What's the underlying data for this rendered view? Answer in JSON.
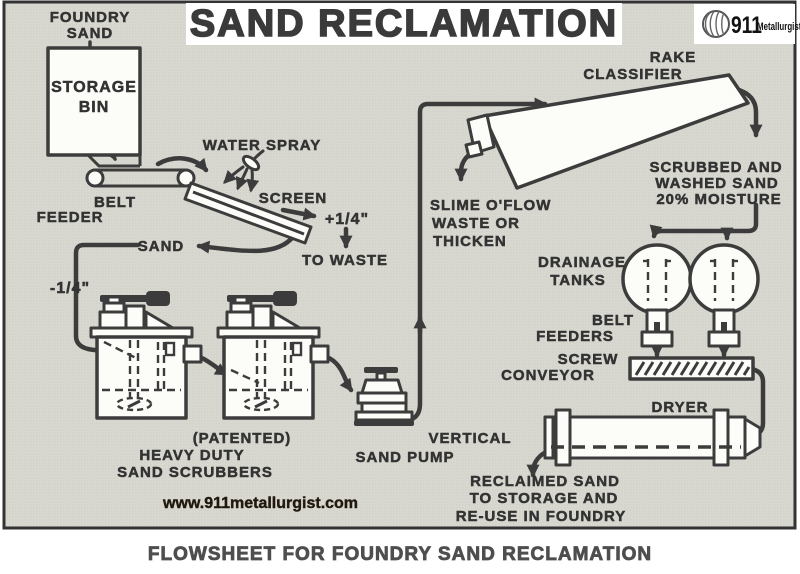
{
  "header": {
    "title": "SAND RECLAMATION",
    "logo_number": "911",
    "logo_name": "Metallurgist"
  },
  "footer": {
    "caption": "FLOWSHEET FOR FOUNDRY SAND RECLAMATION",
    "website": "www.911metallurgist.com"
  },
  "labels": {
    "foundry_sand": [
      "FOUNDRY",
      "SAND"
    ],
    "storage_bin": [
      "STORAGE",
      "BIN"
    ],
    "belt_feeder": [
      "BELT",
      "FEEDER"
    ],
    "water_spray": "WATER SPRAY",
    "screen": "SCREEN",
    "oversize": "+1/4\"",
    "to_waste": "TO WASTE",
    "sand": "SAND",
    "undersize": "-1/4\"",
    "rake_classifier": [
      "RAKE",
      "CLASSIFIER"
    ],
    "slime": [
      "SLIME O'FLOW",
      "WASTE OR",
      "THICKEN"
    ],
    "scrubbed": [
      "SCRUBBED AND",
      "WASHED SAND",
      "20% MOISTURE"
    ],
    "drainage_tanks": [
      "DRAINAGE",
      "TANKS"
    ],
    "belt_feeders": [
      "BELT",
      "FEEDERS"
    ],
    "screw_conveyor": [
      "SCREW",
      "CONVEYOR"
    ],
    "dryer": "DRYER",
    "scrubbers": [
      "(PATENTED)",
      "HEAVY DUTY",
      "SAND SCRUBBERS"
    ],
    "sand_pump": [
      "VERTICAL",
      "SAND PUMP"
    ],
    "reclaimed": [
      "RECLAIMED SAND",
      "TO STORAGE AND",
      "RE-USE IN FOUNDRY"
    ]
  },
  "colors": {
    "panel_bg": "#d8d8d1",
    "ink": "#3c3c3c",
    "title_ink": "#3a3a3a",
    "caption_ink": "#4e4e4e",
    "website_ink": "#21180e"
  }
}
